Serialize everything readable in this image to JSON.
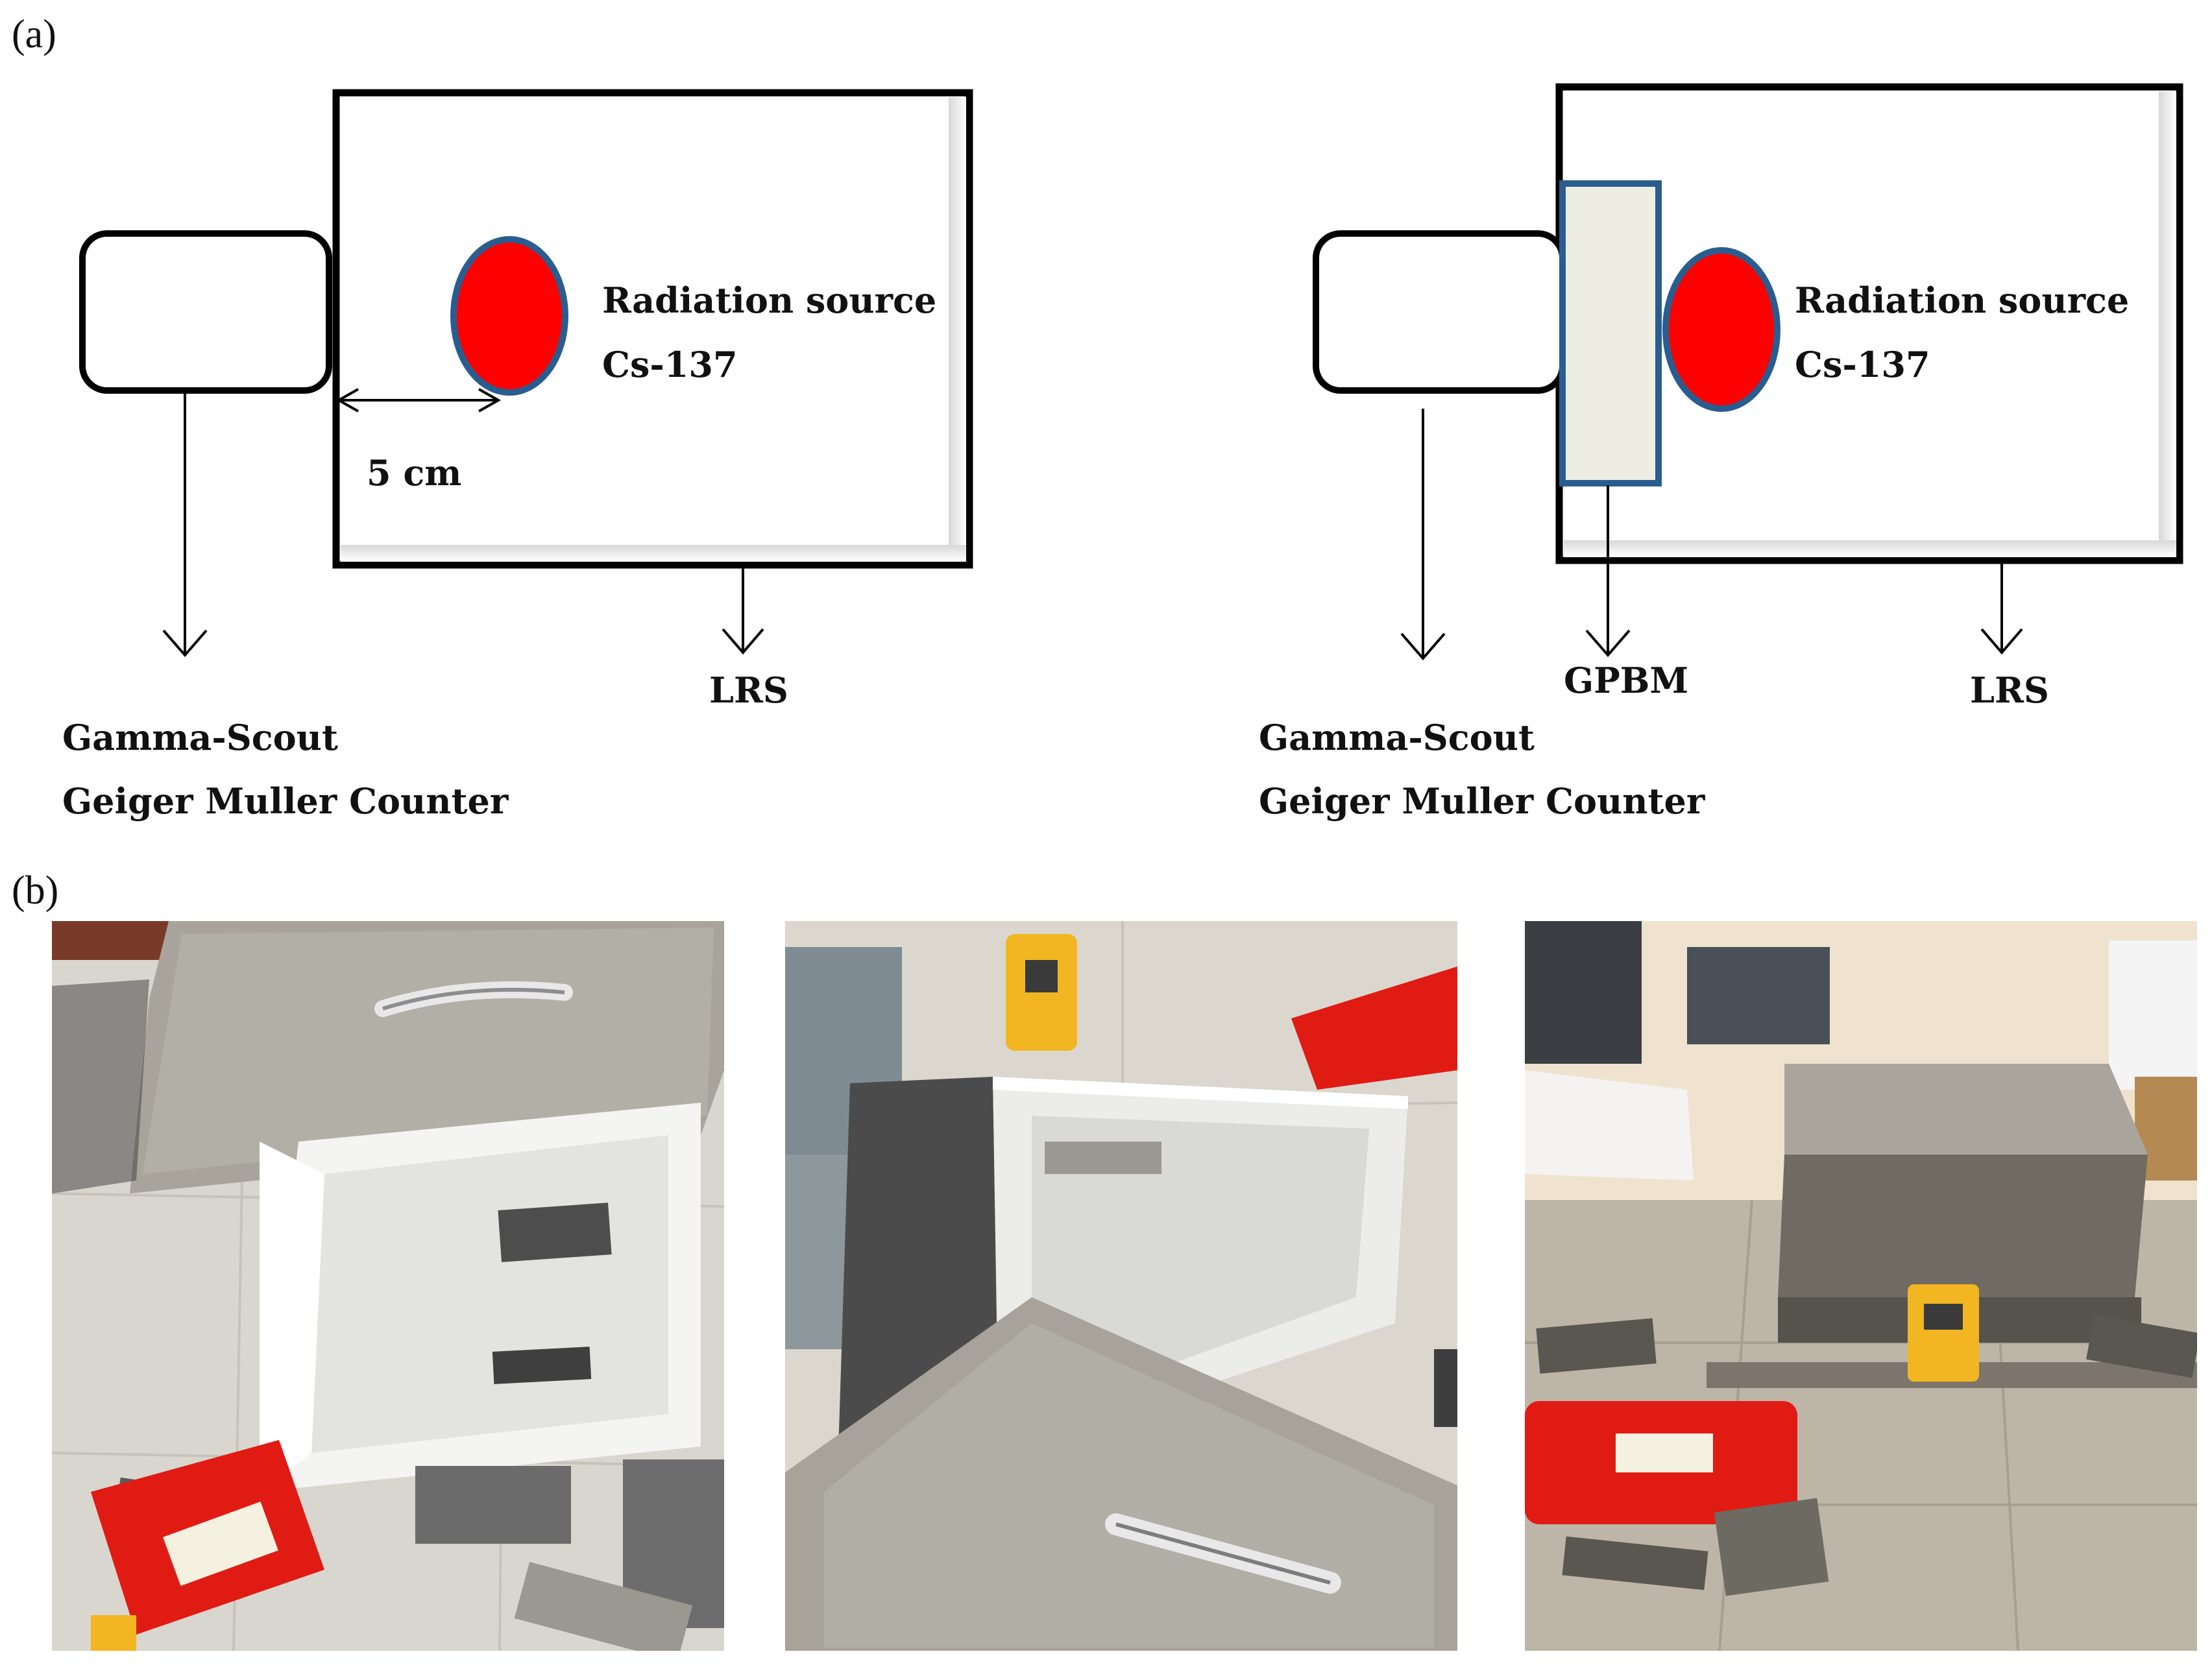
{
  "panels": {
    "a_label": "(a)",
    "b_label": "(b)"
  },
  "left_diagram": {
    "source_line1": "Radiation source",
    "source_line2": "Cs-137",
    "distance": "5 cm",
    "lrs": "LRS",
    "counter_line1": "Gamma-Scout",
    "counter_line2": "Geiger Muller Counter"
  },
  "right_diagram": {
    "source_line1": "Radiation source",
    "source_line2": "Cs-137",
    "gpbm": "GPBM",
    "lrs": "LRS",
    "counter_line1": "Gamma-Scout",
    "counter_line2": "Geiger Muller Counter"
  },
  "colors": {
    "source_fill": "#ff0000",
    "source_stroke": "#2a5d8f",
    "gpbm_fill": "#eeede4",
    "gpbm_stroke": "#2a5d8f",
    "box_stroke": "#000000"
  },
  "photos": [
    {
      "name": "photo-open-lead-box"
    },
    {
      "name": "photo-box-interior"
    },
    {
      "name": "photo-closed-box-with-counter"
    }
  ]
}
